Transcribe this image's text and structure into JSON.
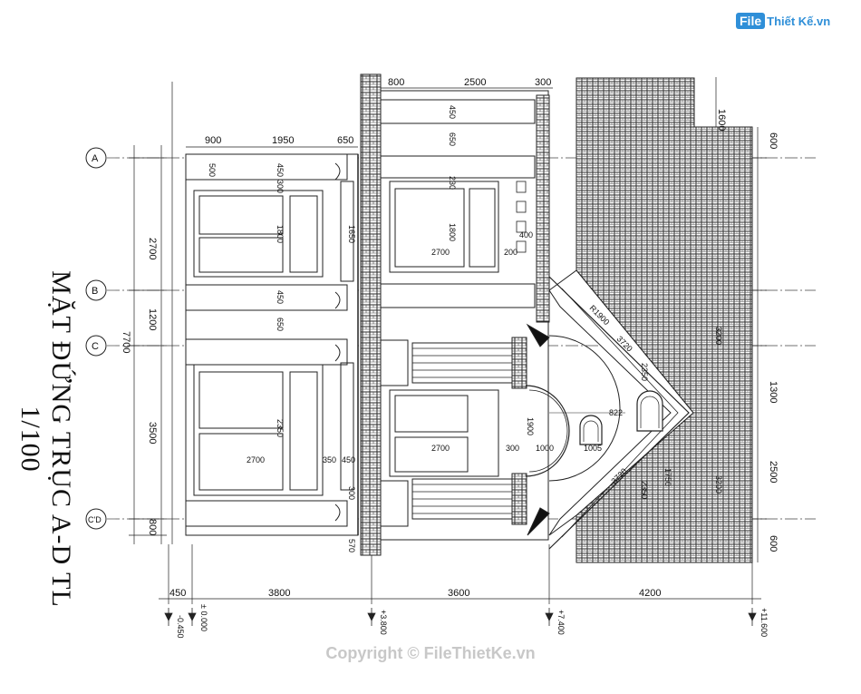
{
  "logo": {
    "file": "File",
    "rest": "Thiết Kế.vn"
  },
  "title": "MẶT ĐỨNG TRỤC A-D TL 1/100",
  "copyright": "Copyright © FileThietKe.vn",
  "axes": {
    "a": "A",
    "b": "B",
    "c": "C",
    "cd": "C'D"
  },
  "dims_left": {
    "d1": "2700",
    "d2": "1200",
    "d3": "3500",
    "d4": "800",
    "total": "7700"
  },
  "dims_top_left": {
    "d1": "900",
    "d2": "1950",
    "d3": "650"
  },
  "dims_top_right": {
    "d1": "800",
    "d2": "2500",
    "d3": "300"
  },
  "dims_right": {
    "d1": "600",
    "d2": "1300",
    "d3": "2500",
    "d4": "600",
    "d5": "1600"
  },
  "dims_bottom": {
    "d1": "450",
    "d2": "3800",
    "d3": "3600",
    "d4": "4200"
  },
  "elevations": {
    "e1": "-0.450",
    "e2": "± 0.000",
    "e3": "+3.800",
    "e4": "+7.400",
    "e5": "+11.600"
  },
  "inner_labels": {
    "l500a": "500",
    "l450a": "450",
    "l300a": "300",
    "l1800": "1800",
    "l1650": "1650",
    "l450b": "450",
    "l650": "650",
    "l2350": "2350",
    "l2700a": "2700",
    "l350": "350",
    "l450c": "450",
    "l300b": "300",
    "l570": "570",
    "l450d": "450",
    "l650b": "650",
    "l230": "230",
    "l1800b": "1800",
    "l2700b": "2700",
    "l400": "400",
    "l200": "200",
    "l2700c": "2700",
    "l300c": "300",
    "l1000": "1000",
    "l1900": "1900",
    "l3720a": "3720",
    "l3720b": "3720",
    "l2350b": "2350",
    "l2350c": "2350",
    "l1750": "1750",
    "l3200a": "3200",
    "l3200b": "3200",
    "l1900b": "R1900",
    "l822": "822",
    "l1005": "1005"
  }
}
